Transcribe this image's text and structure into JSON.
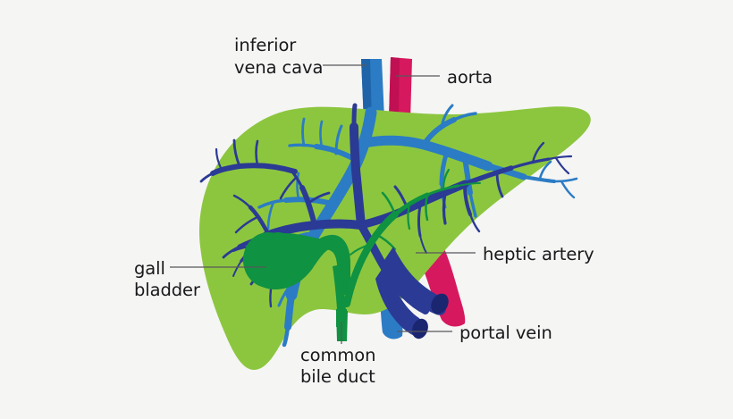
{
  "figure": {
    "title": "Liver anatomy diagram",
    "background_color": "#f5f5f4"
  },
  "palette": {
    "liver_green": "#8cc63f",
    "gallbladder_green": "#0f9241",
    "bile_duct_green": "#0f9241",
    "hepatic_vein_blue": "#2b7cc4",
    "portal_vein_navy": "#2b3a94",
    "artery_crimson": "#d6195e",
    "label_text": "#19191b",
    "leader_line": "#58585a"
  },
  "labels": {
    "inferior_vena_cava": {
      "line1": "inferior",
      "line2": "vena cava"
    },
    "aorta": "aorta",
    "heptic_artery": "heptic artery",
    "portal_vein": "portal vein",
    "gall_bladder": {
      "line1": "gall",
      "line2": "bladder"
    },
    "common_bile_duct": {
      "line1": "common",
      "line2": "bile duct"
    }
  },
  "structures": [
    {
      "name": "liver",
      "color": "#8cc63f"
    },
    {
      "name": "inferior-vena-cava",
      "color": "#2b7cc4"
    },
    {
      "name": "aorta",
      "color": "#d6195e"
    },
    {
      "name": "hepatic-vein",
      "color": "#2b7cc4"
    },
    {
      "name": "portal-vein",
      "color": "#2b3a94"
    },
    {
      "name": "hepatic-artery",
      "color": "#d6195e"
    },
    {
      "name": "gallbladder",
      "color": "#0f9241"
    },
    {
      "name": "common-bile-duct",
      "color": "#0f9241"
    }
  ]
}
